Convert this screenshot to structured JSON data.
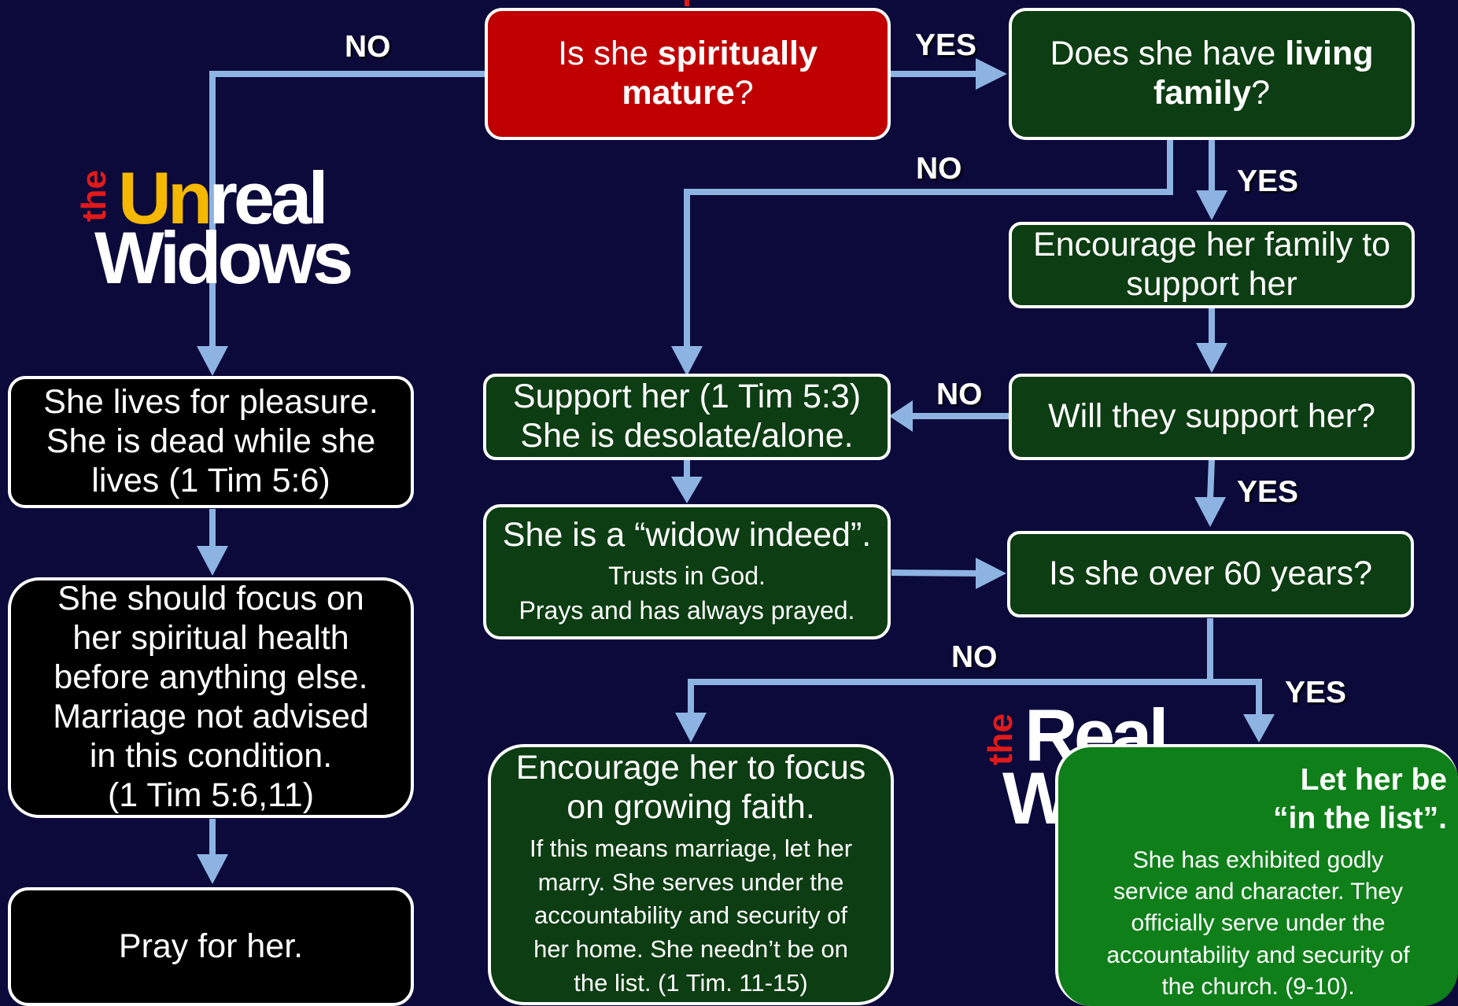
{
  "colors": {
    "background": "#0b0a3b",
    "arrow": "#8db3e2",
    "question_red": "#c00000",
    "dark_green": "#0d3d12",
    "bright_green": "#0f7f1a",
    "unreal_yellow": "#f5b800",
    "logo_red": "#e11a1a"
  },
  "boxes": {
    "mature": {
      "pre": "Is she ",
      "bold1": "spiritually",
      "bold2": "mature",
      "post": "?"
    },
    "family": {
      "pre": "Does she have ",
      "bold1": "living",
      "bold2": "family",
      "post": "?"
    },
    "encourage_family": {
      "line1": "Encourage her family to",
      "line2": "support her"
    },
    "will_support": {
      "text": "Will they support her?"
    },
    "support_her": {
      "line1": "Support her (1 Tim 5:3)",
      "line2": "She is desolate/alone."
    },
    "widow_indeed": {
      "line1": "She is a “widow indeed”.",
      "line2": "Trusts in God.",
      "line3": "Prays and has always prayed."
    },
    "over_60": {
      "text": "Is she over 60 years?"
    },
    "growing_faith": {
      "line1": "Encourage her to focus",
      "line2": "on growing faith.",
      "small1": "If this means marriage, let her",
      "small2": "marry.  She serves under the",
      "small3": "accountability and security of",
      "small4": "her home.  She needn’t be on",
      "small5": "the list.  (1 Tim. 11-15)"
    },
    "in_list": {
      "title1": "Let her be",
      "title2": "“in the list”.",
      "small1": "She has exhibited godly",
      "small2": "service and character.  They",
      "small3": "officially serve under the",
      "small4": "accountability and security of",
      "small5": "the church. (9-10)."
    },
    "pleasure": {
      "line1": "She lives for pleasure.",
      "line2": "She is dead while she",
      "line3": "lives (1 Tim 5:6)"
    },
    "focus_health": {
      "line1": "She should focus on",
      "line2": "her spiritual health",
      "line3": "before anything else.",
      "line4": "Marriage not advised",
      "line5": "in this condition.",
      "line6": "(1 Tim 5:6,11)"
    },
    "pray": {
      "text": "Pray for her."
    }
  },
  "labels": {
    "no_mature": "NO",
    "yes_mature": "YES",
    "no_family": "NO",
    "yes_family": "YES",
    "no_support": "NO",
    "yes_support": "YES",
    "no_60": "NO",
    "yes_60": "YES"
  },
  "logos": {
    "unreal": {
      "the": "the",
      "un": "Un",
      "real": "real",
      "widows": "Widows"
    },
    "real": {
      "the": "the",
      "real": "Real",
      "widows": "Widows"
    }
  }
}
